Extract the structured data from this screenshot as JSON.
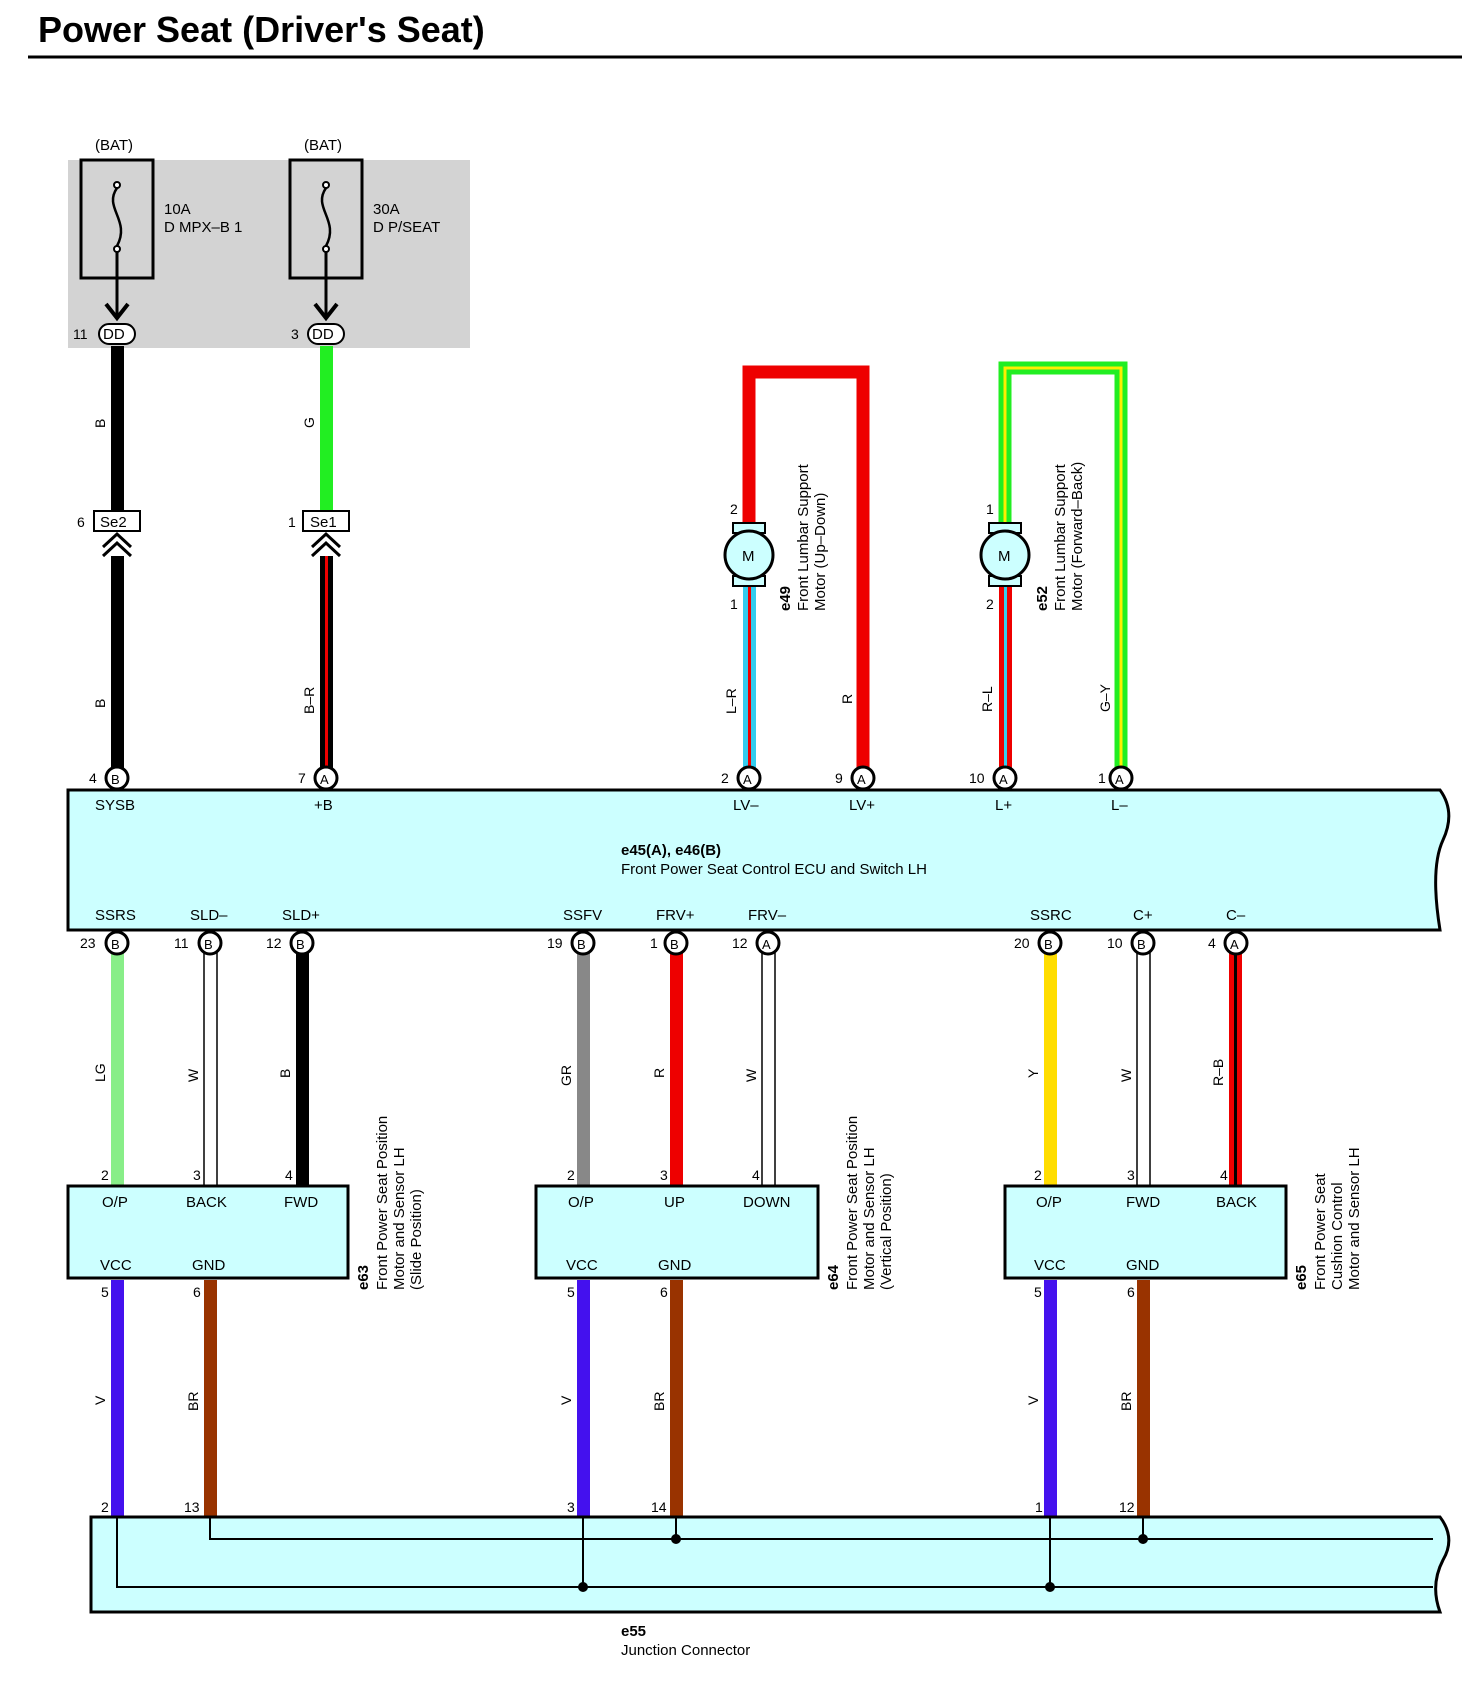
{
  "title": "Power Seat (Driver's Seat)",
  "fuses": [
    {
      "source": "(BAT)",
      "rating": "10A",
      "name": "D MPX–B 1",
      "pin": "11",
      "connector": "DD"
    },
    {
      "source": "(BAT)",
      "rating": "30A",
      "name": "D P/SEAT",
      "pin": "3",
      "connector": "DD"
    }
  ],
  "inline_connectors": [
    {
      "id": "Se2",
      "pin": "6"
    },
    {
      "id": "Se1",
      "pin": "1"
    }
  ],
  "motors": [
    {
      "id": "e49",
      "label_line1": "Front Lumbar Support",
      "label_line2": "Motor (Up–Down)",
      "symbol": "M",
      "pin_top": "2",
      "pin_bottom": "1"
    },
    {
      "id": "e52",
      "label_line1": "Front Lumbar Support",
      "label_line2": "Motor (Forward–Back)",
      "symbol": "M",
      "pin_top": "1",
      "pin_bottom": "2"
    }
  ],
  "ecu": {
    "title_id": "e45(A), e46(B)",
    "title_name": "Front Power Seat Control ECU and Switch LH",
    "top_pins": [
      {
        "num": "4",
        "conn": "B",
        "name": "SYSB"
      },
      {
        "num": "7",
        "conn": "A",
        "name": "+B"
      },
      {
        "num": "2",
        "conn": "A",
        "name": "LV–"
      },
      {
        "num": "9",
        "conn": "A",
        "name": "LV+"
      },
      {
        "num": "10",
        "conn": "A",
        "name": "L+"
      },
      {
        "num": "1",
        "conn": "A",
        "name": "L–"
      }
    ],
    "bottom_pins": [
      {
        "num": "23",
        "conn": "B",
        "name": "SSRS"
      },
      {
        "num": "11",
        "conn": "B",
        "name": "SLD–"
      },
      {
        "num": "12",
        "conn": "B",
        "name": "SLD+"
      },
      {
        "num": "19",
        "conn": "B",
        "name": "SSFV"
      },
      {
        "num": "1",
        "conn": "B",
        "name": "FRV+"
      },
      {
        "num": "12",
        "conn": "A",
        "name": "FRV–"
      },
      {
        "num": "20",
        "conn": "B",
        "name": "SSRC"
      },
      {
        "num": "10",
        "conn": "B",
        "name": "C+"
      },
      {
        "num": "4",
        "conn": "A",
        "name": "C–"
      }
    ]
  },
  "wires_top": [
    {
      "code": "B",
      "color": "#000000"
    },
    {
      "code": "G",
      "color": "#22ee22"
    },
    {
      "code": "B",
      "color": "#000000"
    },
    {
      "code": "B–R",
      "color": "#000000",
      "stripe": "#ee0000"
    },
    {
      "code": "L–R",
      "color": "#33ccee",
      "stripe": "#ee0000"
    },
    {
      "code": "R",
      "color": "#ee0000"
    },
    {
      "code": "R–L",
      "color": "#ee0000",
      "stripe": "#33ccee"
    },
    {
      "code": "G–Y",
      "color": "#22ee22",
      "stripe": "#ffee00"
    }
  ],
  "wires_bottom": [
    {
      "code": "LG",
      "color": "#88ee88"
    },
    {
      "code": "W",
      "color": "#ffffff"
    },
    {
      "code": "B",
      "color": "#000000"
    },
    {
      "code": "GR",
      "color": "#888888"
    },
    {
      "code": "R",
      "color": "#ee0000"
    },
    {
      "code": "W",
      "color": "#ffffff"
    },
    {
      "code": "Y",
      "color": "#ffdd00"
    },
    {
      "code": "W",
      "color": "#ffffff"
    },
    {
      "code": "R–B",
      "color": "#ee0000",
      "stripe": "#000000"
    }
  ],
  "sensors": [
    {
      "id": "e63",
      "label_line1": "Front Power Seat Position",
      "label_line2": "Motor and Sensor LH",
      "label_line3": "(Slide Position)",
      "pins_top": [
        {
          "num": "2",
          "name": "O/P"
        },
        {
          "num": "3",
          "name": "BACK"
        },
        {
          "num": "4",
          "name": "FWD"
        }
      ],
      "pins_bottom": [
        {
          "num": "5",
          "name": "VCC"
        },
        {
          "num": "6",
          "name": "GND"
        }
      ]
    },
    {
      "id": "e64",
      "label_line1": "Front Power Seat Position",
      "label_line2": "Motor and Sensor LH",
      "label_line3": "(Vertical Position)",
      "pins_top": [
        {
          "num": "2",
          "name": "O/P"
        },
        {
          "num": "3",
          "name": "UP"
        },
        {
          "num": "4",
          "name": "DOWN"
        }
      ],
      "pins_bottom": [
        {
          "num": "5",
          "name": "VCC"
        },
        {
          "num": "6",
          "name": "GND"
        }
      ]
    },
    {
      "id": "e65",
      "label_line1": "Front Power Seat",
      "label_line2": "Cushion Control",
      "label_line3": "Motor and Sensor LH",
      "pins_top": [
        {
          "num": "2",
          "name": "O/P"
        },
        {
          "num": "3",
          "name": "FWD"
        },
        {
          "num": "4",
          "name": "BACK"
        }
      ],
      "pins_bottom": [
        {
          "num": "5",
          "name": "VCC"
        },
        {
          "num": "6",
          "name": "GND"
        }
      ]
    }
  ],
  "wires_lower": [
    {
      "code": "V",
      "color": "#4411ee"
    },
    {
      "code": "BR",
      "color": "#993300"
    },
    {
      "code": "V",
      "color": "#4411ee"
    },
    {
      "code": "BR",
      "color": "#993300"
    },
    {
      "code": "V",
      "color": "#4411ee"
    },
    {
      "code": "BR",
      "color": "#993300"
    }
  ],
  "junction": {
    "id": "e55",
    "name": "Junction Connector",
    "pins": [
      "2",
      "13",
      "3",
      "14",
      "1",
      "12"
    ]
  },
  "colors": {
    "component_fill": "#ccffff",
    "relay_box_fill": "#d3d3d3"
  }
}
